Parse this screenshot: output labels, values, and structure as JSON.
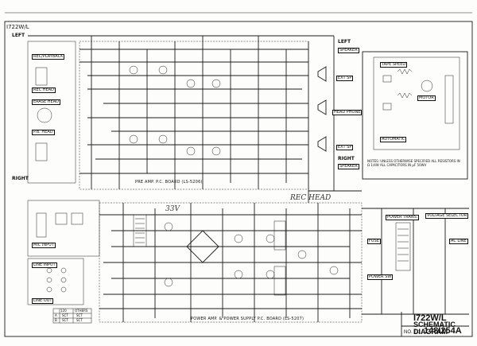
{
  "model": "I722W/L",
  "title_block": {
    "model": "I722W/L",
    "title": "SCHEMATIC DIAGRAM",
    "sheet": "NO. 2-1",
    "doc_number": "148I254A"
  },
  "boards": {
    "preamp": "PRE AMP. P.C. BOARD   (LS-5206)",
    "power": "POWER AMP. & POWER SUPPLY P.C. BOARD   (LS-5207)"
  },
  "channel_labels": {
    "left_top": "LEFT",
    "right_mid": "RIGHT",
    "left_right": "LEFT",
    "right_right": "RIGHT"
  },
  "section_labels": {
    "rec_playback": "REC/PLAYBACK",
    "rec_head": "REC HEAD",
    "erase_head": "ERASE HEAD",
    "playback_head": "P.B. HEAD",
    "mic_input": "MIC INPUT",
    "line_input": "LINE INPUT",
    "line_out": "LINE OUT",
    "ext_sp": "EXT SP",
    "head_phone": "HEAD PHONE",
    "speaker": "SPEAKER",
    "tape_speed": "TAPE SPEED",
    "motor": "MOTOR",
    "automatic": "AUTOMATIC",
    "voltage_selector": "VOLTAGE SELECTOR",
    "power_transformer": "POWER TRANS.",
    "fuse": "FUSE",
    "power_sw": "POWER SW",
    "ac_line": "AC LINE"
  },
  "notes_text": "NOTES:  UNLESS OTHERWISE SPECIFIED  ALL RESISTORS IN Ω 1/4W  ALL CAPACITORS IN µF 50WV",
  "handwritten": {
    "voltage": "33V",
    "rec_head": "REC HEAD"
  },
  "legend_table": {
    "headers": [
      "",
      "120",
      "OTHERS"
    ],
    "rows": [
      [
        "A",
        "SCT",
        "SCT"
      ],
      [
        "B",
        "SCT",
        "SCT"
      ]
    ]
  }
}
